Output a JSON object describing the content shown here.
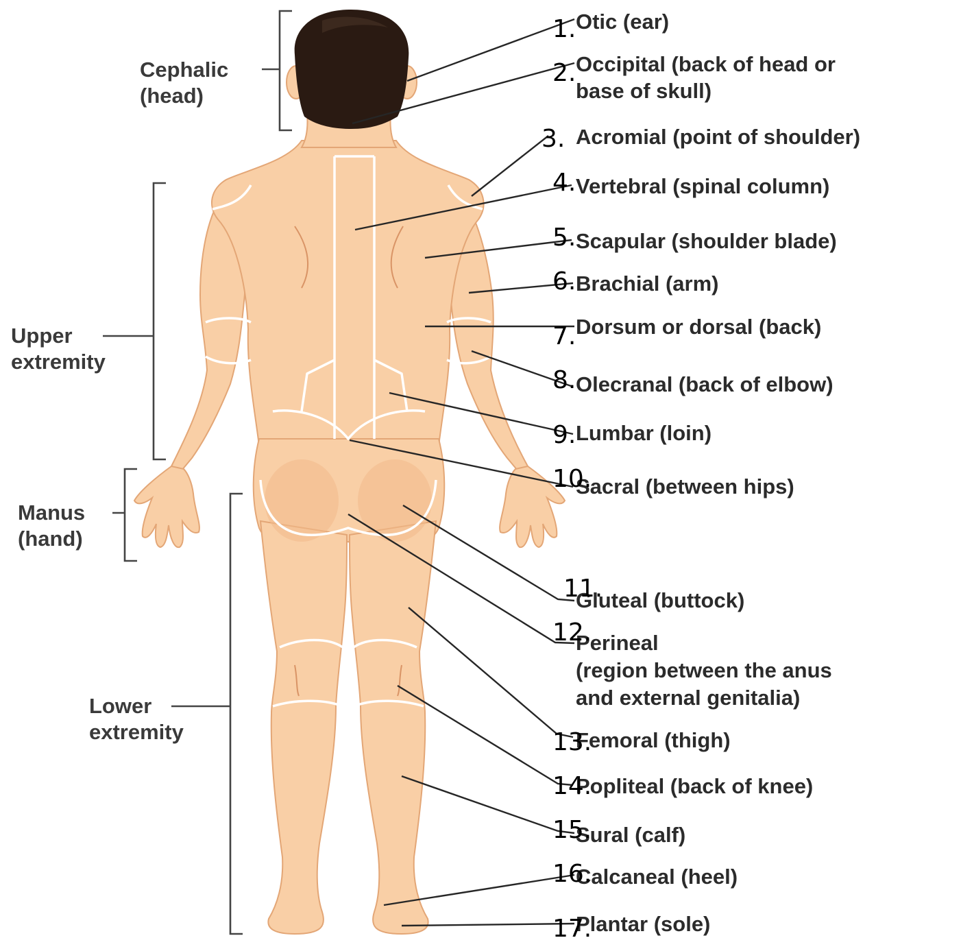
{
  "colors": {
    "skin": "#f9cfa6",
    "skin_outline": "#e3a676",
    "hair": "#2a1a12",
    "text": "#2b2b2b",
    "boundary": "#ffffff"
  },
  "groups": [
    {
      "id": "cephalic",
      "line1": "Cephalic",
      "line2": "(head)"
    },
    {
      "id": "upper",
      "line1": "Upper",
      "line2": "extremity"
    },
    {
      "id": "manus",
      "line1": "Manus",
      "line2": "(hand)"
    },
    {
      "id": "lower",
      "line1": "Lower",
      "line2": "extremity"
    }
  ],
  "regions": [
    {
      "number": "1.",
      "lines": [
        "Otic (ear)"
      ]
    },
    {
      "number": "2.",
      "lines": [
        "Occipital (back of head or",
        "base of skull)"
      ]
    },
    {
      "number": "3.",
      "lines": [
        "Acromial (point of shoulder)"
      ]
    },
    {
      "number": "4.",
      "lines": [
        "Vertebral (spinal column)"
      ]
    },
    {
      "number": "5.",
      "lines": [
        "Scapular (shoulder blade)"
      ]
    },
    {
      "number": "6.",
      "lines": [
        "Brachial (arm)"
      ]
    },
    {
      "number": "7.",
      "lines": [
        "Dorsum or dorsal (back)"
      ]
    },
    {
      "number": "8.",
      "lines": [
        "Olecranal (back of elbow)"
      ]
    },
    {
      "number": "9.",
      "lines": [
        "Lumbar (loin)"
      ]
    },
    {
      "number": "10.",
      "lines": [
        "Sacral (between hips)"
      ]
    },
    {
      "number": "11.",
      "lines": [
        "Gluteal (buttock)"
      ]
    },
    {
      "number": "12.",
      "lines": [
        "Perineal",
        "(region between the anus",
        "and external genitalia)"
      ]
    },
    {
      "number": "13.",
      "lines": [
        "Femoral (thigh)"
      ]
    },
    {
      "number": "14.",
      "lines": [
        "Popliteal (back of knee)"
      ]
    },
    {
      "number": "15.",
      "lines": [
        "Sural (calf)"
      ]
    },
    {
      "number": "16.",
      "lines": [
        "Calcaneal (heel)"
      ]
    },
    {
      "number": "17.",
      "lines": [
        "Plantar (sole)"
      ]
    }
  ]
}
